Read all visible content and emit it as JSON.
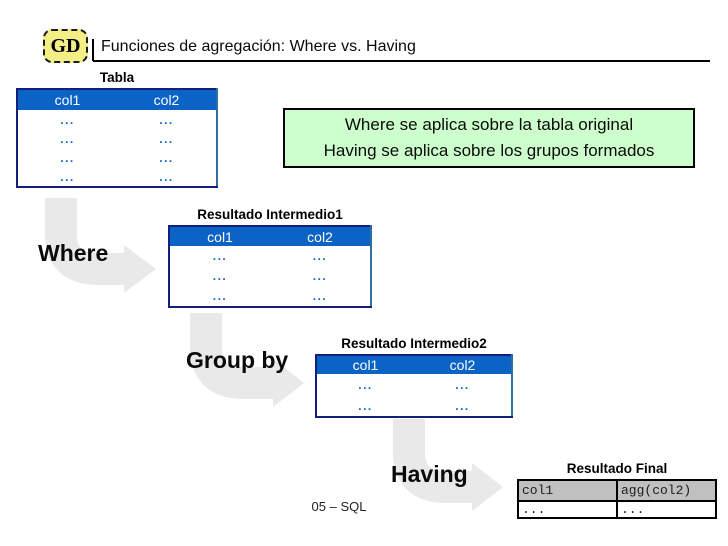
{
  "header": {
    "logo_text": "GD",
    "title": "Funciones de agregación: Where vs. Having"
  },
  "note_box": {
    "line1": "Where se aplica sobre la tabla original",
    "line2": "Having se aplica sobre los grupos formados"
  },
  "steps": {
    "where": "Where",
    "group_by": "Group by",
    "having": "Having"
  },
  "tables": {
    "original": {
      "caption": "Tabla",
      "headers": [
        "col1",
        "col2"
      ],
      "rows": [
        [
          "...",
          "..."
        ],
        [
          "...",
          "..."
        ],
        [
          "...",
          "..."
        ],
        [
          "...",
          "..."
        ]
      ]
    },
    "intermediate1": {
      "caption": "Resultado Intermedio1",
      "headers": [
        "col1",
        "col2"
      ],
      "rows": [
        [
          "...",
          "..."
        ],
        [
          "...",
          "..."
        ],
        [
          "...",
          "..."
        ]
      ]
    },
    "intermediate2": {
      "caption": "Resultado Intermedio2",
      "headers": [
        "col1",
        "col2"
      ],
      "rows": [
        [
          "...",
          "..."
        ],
        [
          "...",
          "..."
        ]
      ]
    },
    "final": {
      "caption": "Resultado Final",
      "headers": [
        "col1",
        "agg(col2)"
      ],
      "rows": [
        [
          "...",
          "..."
        ]
      ]
    }
  },
  "footer": {
    "page_label": "05 – SQL"
  },
  "colors": {
    "header_blue": "#0b63c6",
    "dots_blue": "#0b63c6",
    "border_navy": "#131f7b",
    "border_steel": "#2e6f9f",
    "note_green_bg": "#ccffcc",
    "final_header_gray": "#c0c0c0",
    "arrow_gray": "#e9e9e9",
    "logo_yellow": "#f3ee85"
  }
}
